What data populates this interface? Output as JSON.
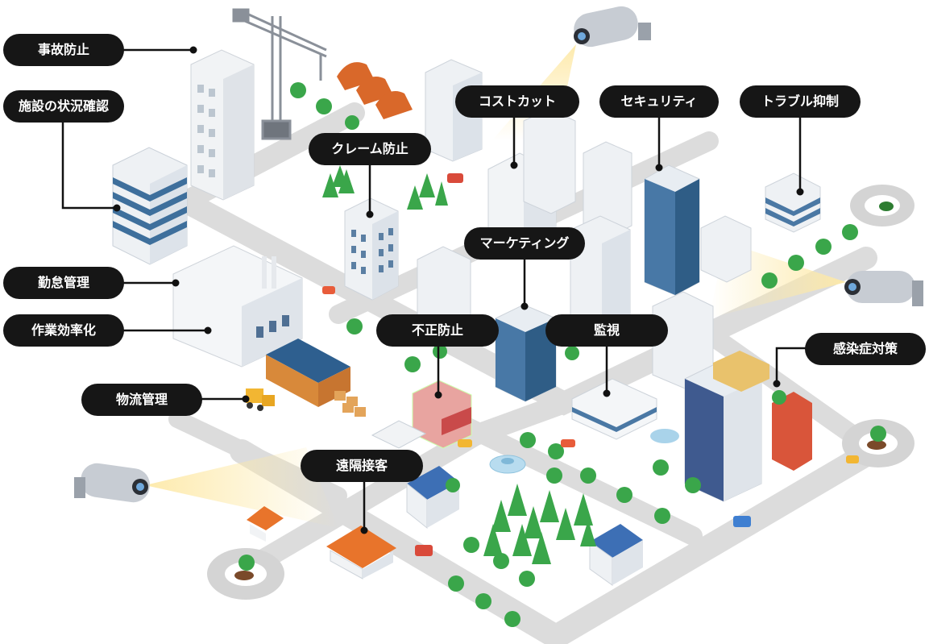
{
  "labels": {
    "jiko_boushi": "事故防止",
    "shisetsu": "施設の状況確認",
    "kintai": "勤怠管理",
    "sagyo": "作業効率化",
    "butsuryu": "物流管理",
    "claim": "クレーム防止",
    "costcut": "コストカット",
    "security": "セキュリティ",
    "trouble": "トラブル抑制",
    "marketing": "マーケティング",
    "fusei": "不正防止",
    "kanshi": "監視",
    "kansen": "感染症対策",
    "enkaku": "遠隔接客"
  },
  "icons": [
    "surveillance-camera-icon",
    "crane-icon",
    "tree-icon",
    "car-icon",
    "forklift-icon"
  ],
  "colors": {
    "label_bg": "#161616",
    "label_text": "#ffffff",
    "road": "#d9d9d9",
    "building_blue": "#3e6f9c",
    "building_light": "#eef1f4",
    "tree": "#3aa64a",
    "roof_orange": "#e8742b",
    "camera_beam": "#fde9a8"
  }
}
